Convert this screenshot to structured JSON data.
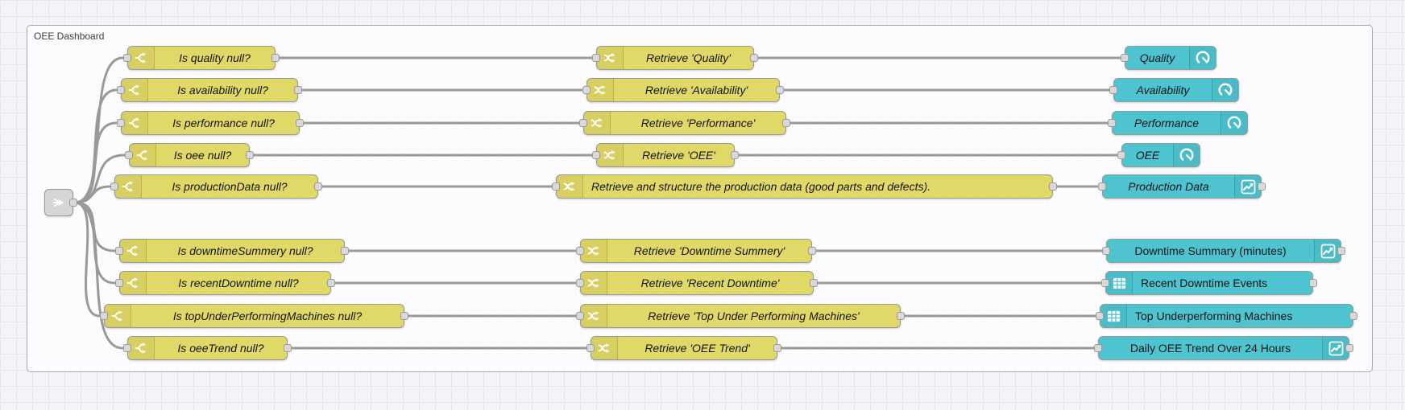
{
  "group": {
    "label": "OEE Dashboard"
  },
  "colors": {
    "function_node_yellow": "#e0d867",
    "dashboard_node_teal": "#4ec4d0",
    "link_node_grey": "#d6d6d6",
    "wire_grey": "#999999",
    "canvas_background": "#f3f3f9",
    "grid_line": "#e5e5ef",
    "node_border": "#999999"
  },
  "nodes": {
    "link": {
      "type": "link-in",
      "label": "",
      "icon": "link-icon"
    },
    "s1": {
      "type": "switch",
      "label": "Is quality null?",
      "icon": "switch-icon"
    },
    "s2": {
      "type": "switch",
      "label": "Is availability null?",
      "icon": "switch-icon"
    },
    "s3": {
      "type": "switch",
      "label": "Is performance null?",
      "icon": "switch-icon"
    },
    "s4": {
      "type": "switch",
      "label": "Is oee null?",
      "icon": "switch-icon"
    },
    "s5": {
      "type": "switch",
      "label": "Is productionData null?",
      "icon": "switch-icon"
    },
    "s6": {
      "type": "switch",
      "label": "Is downtimeSummery null?",
      "icon": "switch-icon"
    },
    "s7": {
      "type": "switch",
      "label": "Is recentDowntime null?",
      "icon": "switch-icon"
    },
    "s8": {
      "type": "switch",
      "label": "Is topUnderPerformingMachines null?",
      "icon": "switch-icon"
    },
    "s9": {
      "type": "switch",
      "label": "Is oeeTrend null?",
      "icon": "switch-icon"
    },
    "c1": {
      "type": "change",
      "label": "Retrieve 'Quality'",
      "icon": "change-icon"
    },
    "c2": {
      "type": "change",
      "label": "Retrieve 'Availability'",
      "icon": "change-icon"
    },
    "c3": {
      "type": "change",
      "label": "Retrieve 'Performance'",
      "icon": "change-icon"
    },
    "c4": {
      "type": "change",
      "label": "Retrieve 'OEE'",
      "icon": "change-icon"
    },
    "c5": {
      "type": "change",
      "label": "Retrieve and structure the production data (good parts and defects).",
      "icon": "change-icon"
    },
    "c6": {
      "type": "change",
      "label": "Retrieve 'Downtime Summery'",
      "icon": "change-icon"
    },
    "c7": {
      "type": "change",
      "label": "Retrieve 'Recent Downtime'",
      "icon": "change-icon"
    },
    "c8": {
      "type": "change",
      "label": "Retrieve 'Top Under Performing Machines'",
      "icon": "change-icon"
    },
    "c9": {
      "type": "change",
      "label": "Retrieve 'OEE Trend'",
      "icon": "change-icon"
    },
    "t1": {
      "type": "ui-gauge",
      "label": "Quality",
      "icon": "gauge-icon"
    },
    "t2": {
      "type": "ui-gauge",
      "label": "Availability",
      "icon": "gauge-icon"
    },
    "t3": {
      "type": "ui-gauge",
      "label": "Performance",
      "icon": "gauge-icon"
    },
    "t4": {
      "type": "ui-gauge",
      "label": "OEE",
      "icon": "gauge-icon"
    },
    "t5": {
      "type": "ui-chart",
      "label": "Production Data",
      "icon": "chart-icon"
    },
    "t6": {
      "type": "ui-chart",
      "label": "Downtime Summary (minutes)",
      "icon": "chart-icon"
    },
    "t7": {
      "type": "ui-table",
      "label": "Recent Downtime Events",
      "icon": "table-icon"
    },
    "t8": {
      "type": "ui-table",
      "label": "Top Underperforming Machines",
      "icon": "table-icon"
    },
    "t9": {
      "type": "ui-chart",
      "label": "Daily OEE Trend Over 24 Hours",
      "icon": "chart-icon"
    }
  }
}
